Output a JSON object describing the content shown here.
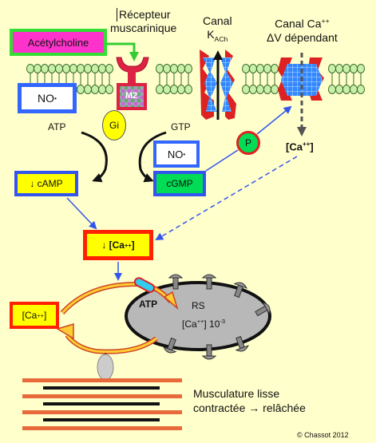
{
  "labels": {
    "acetylcholine": "Acétylcholine",
    "recepteur_line1": "Récepteur",
    "recepteur_line2": "muscarinique",
    "canal_kach_line1": "Canal",
    "canal_kach_main": "K",
    "canal_kach_sub": "ACh",
    "canal_ca_line1": "Canal Ca",
    "canal_ca_sup": "++",
    "canal_ca_line2": "ΔV dépendant",
    "m2": "M2",
    "no_left": "NO",
    "no_left_sup": "•",
    "atp_top": "ATP",
    "gi": "Gi",
    "gtp": "GTP",
    "no_right": "NO",
    "no_right_sup": "•",
    "p": "P",
    "ca_right_pre": "[Ca",
    "ca_right_sup": "++",
    "ca_right_post": "]",
    "camp": "↓ cAMP",
    "cgmp": "cGMP",
    "ca_center_pre": "↓ [Ca",
    "ca_center_sup": "++",
    "ca_center_post": "]",
    "ca_left_pre": "[Ca",
    "ca_left_sup": "++",
    "ca_left_post": "]",
    "atp_pump": "ATP",
    "rs": "RS",
    "rs_ca_pre": "[Ca",
    "rs_ca_sup": "++",
    "rs_ca_mid": "] 10",
    "rs_ca_exp": "-3",
    "musc_line1": "Musculature lisse",
    "musc_line2": "contractée → relâchée",
    "copyright": "© Chassot  2012"
  },
  "colors": {
    "background": "#ffffcc",
    "membrane": "#c8f0a8",
    "membrane_outline": "#3a6a2a",
    "acetylcholine_fill": "#ff33cc",
    "acetylcholine_border": "#33dd33",
    "receptor": "#dd2244",
    "m2_fill": "#9aa0b8",
    "blue_border": "#3366ff",
    "yellow_fill": "#ffff00",
    "red_border": "#ff2200",
    "green_fill": "#00dd55",
    "gi_fill": "#ffff00",
    "rs_fill": "#b8b8b8",
    "muscle_orange": "#e86a3a",
    "arrow_blue": "#3355ee",
    "canal_blue": "#3388ff"
  }
}
